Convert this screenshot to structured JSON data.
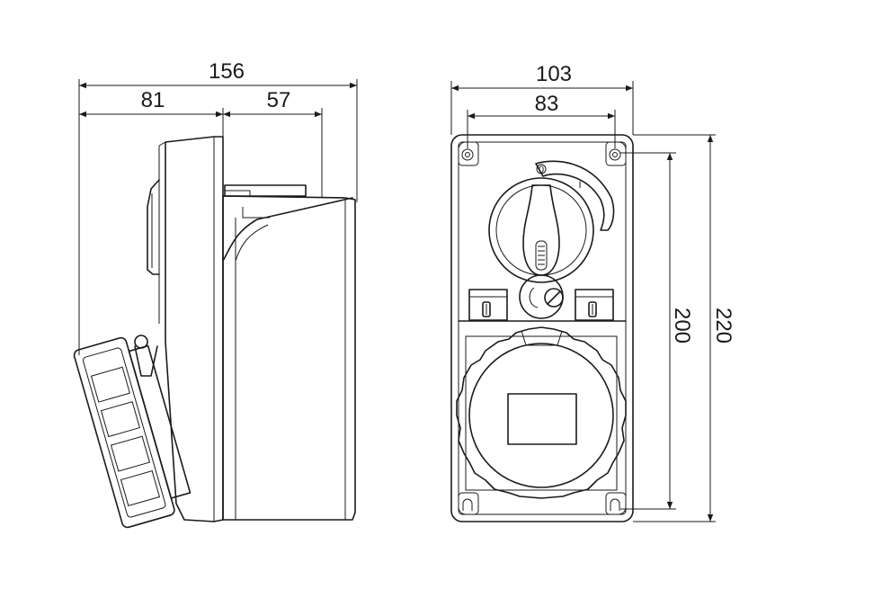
{
  "dimensions": {
    "side_total_width": "156",
    "side_body_width": "81",
    "side_cover_width": "57",
    "front_total_width": "103",
    "front_mount_width": "83",
    "front_mount_height": "200",
    "front_total_height": "220"
  },
  "switch_marks": {
    "off": "0",
    "on": "I"
  },
  "line_color": "#1a1a1a",
  "background_color": "#ffffff"
}
